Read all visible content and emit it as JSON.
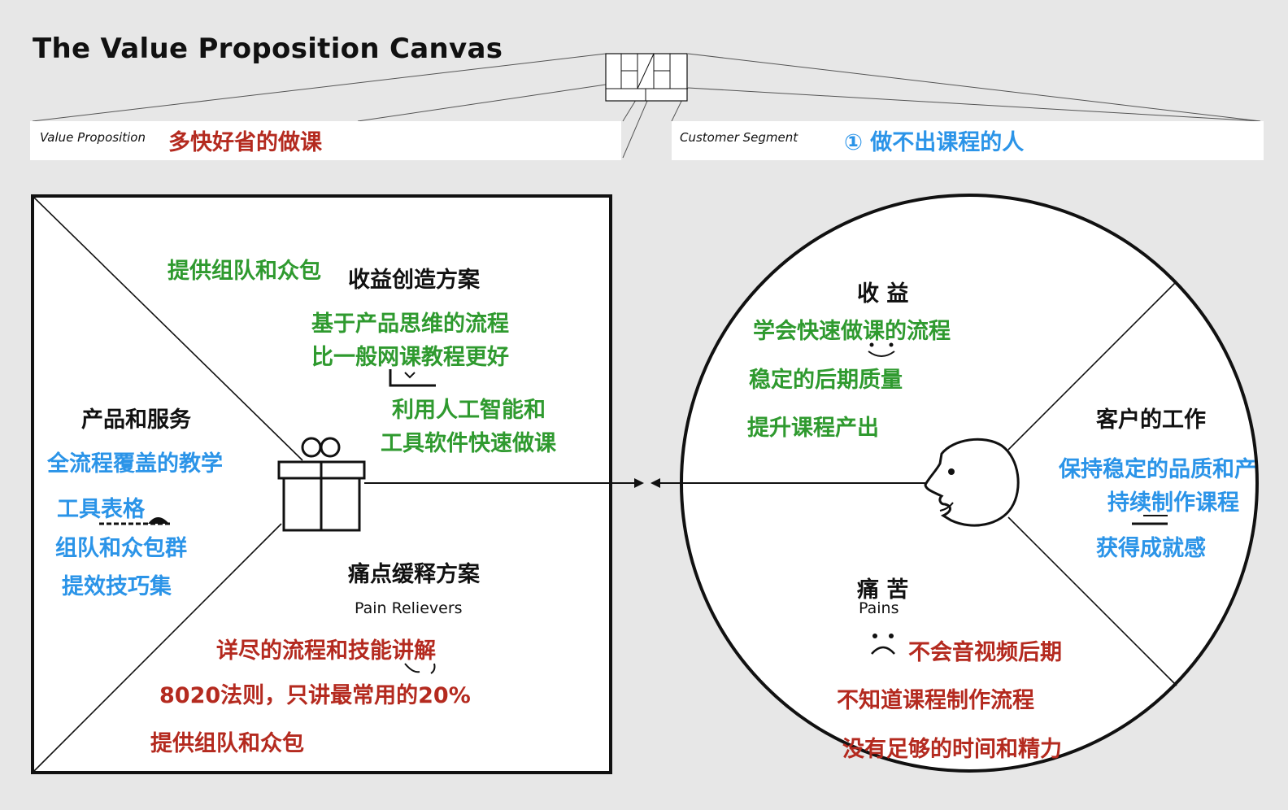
{
  "title": "The Value Proposition Canvas",
  "value_proposition": {
    "label": "Value Proposition",
    "value": "多快好省的做课"
  },
  "customer_segment": {
    "label": "Customer Segment",
    "value": "① 做不出课程的人"
  },
  "square": {
    "gain_creators": {
      "heading": "收益创造方案",
      "items": [
        "提供组队和众包",
        "基于产品思维的流程",
        "比一般网课教程更好",
        "利用人工智能和",
        "工具软件快速做课"
      ]
    },
    "products": {
      "heading": "产品和服务",
      "items": [
        "全流程覆盖的教学",
        "工具表格",
        "组队和众包群",
        "提效技巧集"
      ]
    },
    "pain_relievers": {
      "heading": "痛点缓释方案",
      "subheading": "Pain Relievers",
      "items": [
        "详尽的流程和技能讲解",
        "8020法则，只讲最常用的20%",
        "提供组队和众包"
      ]
    }
  },
  "circle": {
    "gains": {
      "heading": "收 益",
      "items": [
        "学会快速做课的流程",
        "稳定的后期质量",
        "提升课程产出"
      ]
    },
    "jobs": {
      "heading": "客户的工作",
      "items": [
        "保持稳定的品质和产",
        "持续制作课程",
        "获得成就感"
      ]
    },
    "pains": {
      "heading": "痛 苦",
      "subheading": "Pains",
      "items": [
        "不会音视频后期",
        "不知道课程制作流程",
        "没有足够的时间和精力"
      ]
    }
  },
  "colors": {
    "green": "#2f9a2f",
    "blue": "#2b94e8",
    "red": "#b42a1f",
    "background": "#e7e7e7"
  },
  "icons": [
    "gift-icon",
    "customer-face-icon",
    "smile-icon",
    "frown-icon",
    "arrow-icon"
  ]
}
